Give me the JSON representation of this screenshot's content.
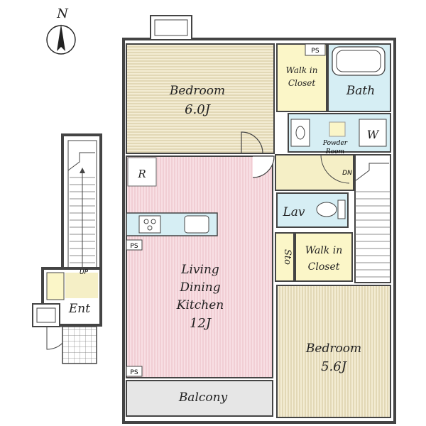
{
  "compass": {
    "label": "N"
  },
  "rooms": {
    "bedroom1": {
      "name": "Bedroom",
      "size": "6.0J"
    },
    "walkin1": {
      "line1": "Walk in",
      "line2": "Closet"
    },
    "bath": {
      "name": "Bath"
    },
    "powder": {
      "line1": "Powder",
      "line2": "Room"
    },
    "washer": {
      "name": "W"
    },
    "refrigerator": {
      "name": "R"
    },
    "ldk": {
      "line1": "Living",
      "line2": "Dining",
      "line3": "Kitchen",
      "size": "12J"
    },
    "lav": {
      "name": "Lav"
    },
    "storage": {
      "name": "Sto"
    },
    "walkin2": {
      "line1": "Walk in",
      "line2": "Closet"
    },
    "bedroom2": {
      "name": "Bedroom",
      "size": "5.6J"
    },
    "balcony": {
      "name": "Balcony"
    },
    "entrance": {
      "name": "Ent"
    }
  },
  "markers": {
    "ps": "PS",
    "up": "UP",
    "dn": "DN"
  },
  "colors": {
    "wall": "#444444",
    "bedroom_floor": "#f0ead0",
    "ldk_floor": "#f7dde2",
    "wet_area": "#d6eef4",
    "closet": "#fbf6c8",
    "entry": "#f5efc6",
    "balcony": "#e6e6e6"
  }
}
